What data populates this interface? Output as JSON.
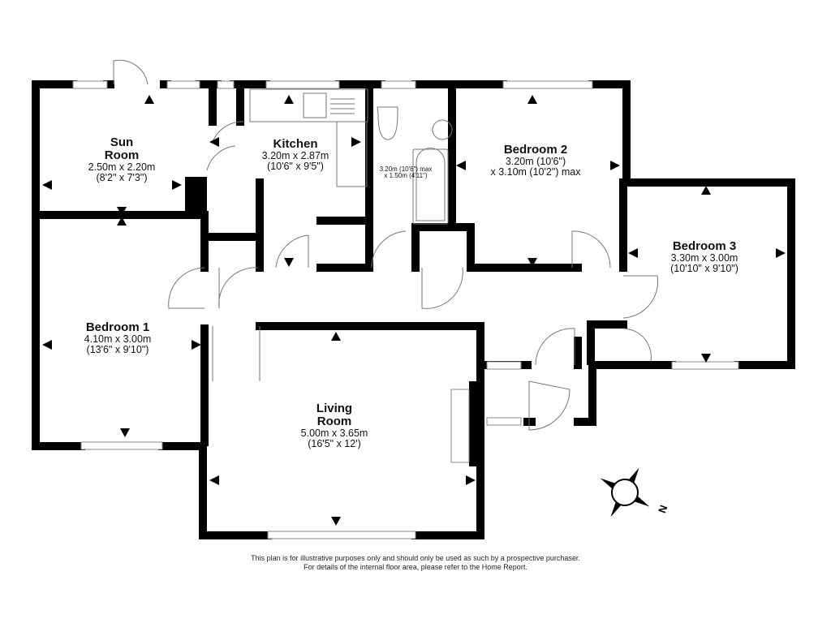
{
  "rooms": {
    "sun_room": {
      "name_line1": "Sun",
      "name_line2": "Room",
      "metric": "2.50m x 2.20m",
      "imperial": "(8'2\" x 7'3\")"
    },
    "kitchen": {
      "name": "Kitchen",
      "metric": "3.20m x 2.87m",
      "imperial": "(10'6\" x 9'5\")"
    },
    "bathroom": {
      "line1": "3.20m (10'6\") max",
      "line2": "x 1.50m (4'11\")"
    },
    "bedroom2": {
      "name": "Bedroom 2",
      "line1": "3.20m (10'6\")",
      "line2": "x 3.10m (10'2\") max"
    },
    "bedroom3": {
      "name": "Bedroom 3",
      "metric": "3.30m x 3.00m",
      "imperial": "(10'10\" x 9'10\")"
    },
    "bedroom1": {
      "name": "Bedroom 1",
      "metric": "4.10m x 3.00m",
      "imperial": "(13'6\" x 9'10\")"
    },
    "living_room": {
      "name_line1": "Living",
      "name_line2": "Room",
      "metric": "5.00m x 3.65m",
      "imperial": "(16'5\" x 12')"
    }
  },
  "compass": {
    "label": "N",
    "icon": "compass-rose-icon"
  },
  "disclaimer": {
    "line1": "This plan is for illustrative purposes only and should only be used as such by a prospective purchaser.",
    "line2": "For details of the internal floor area, please refer to the Home Report."
  }
}
